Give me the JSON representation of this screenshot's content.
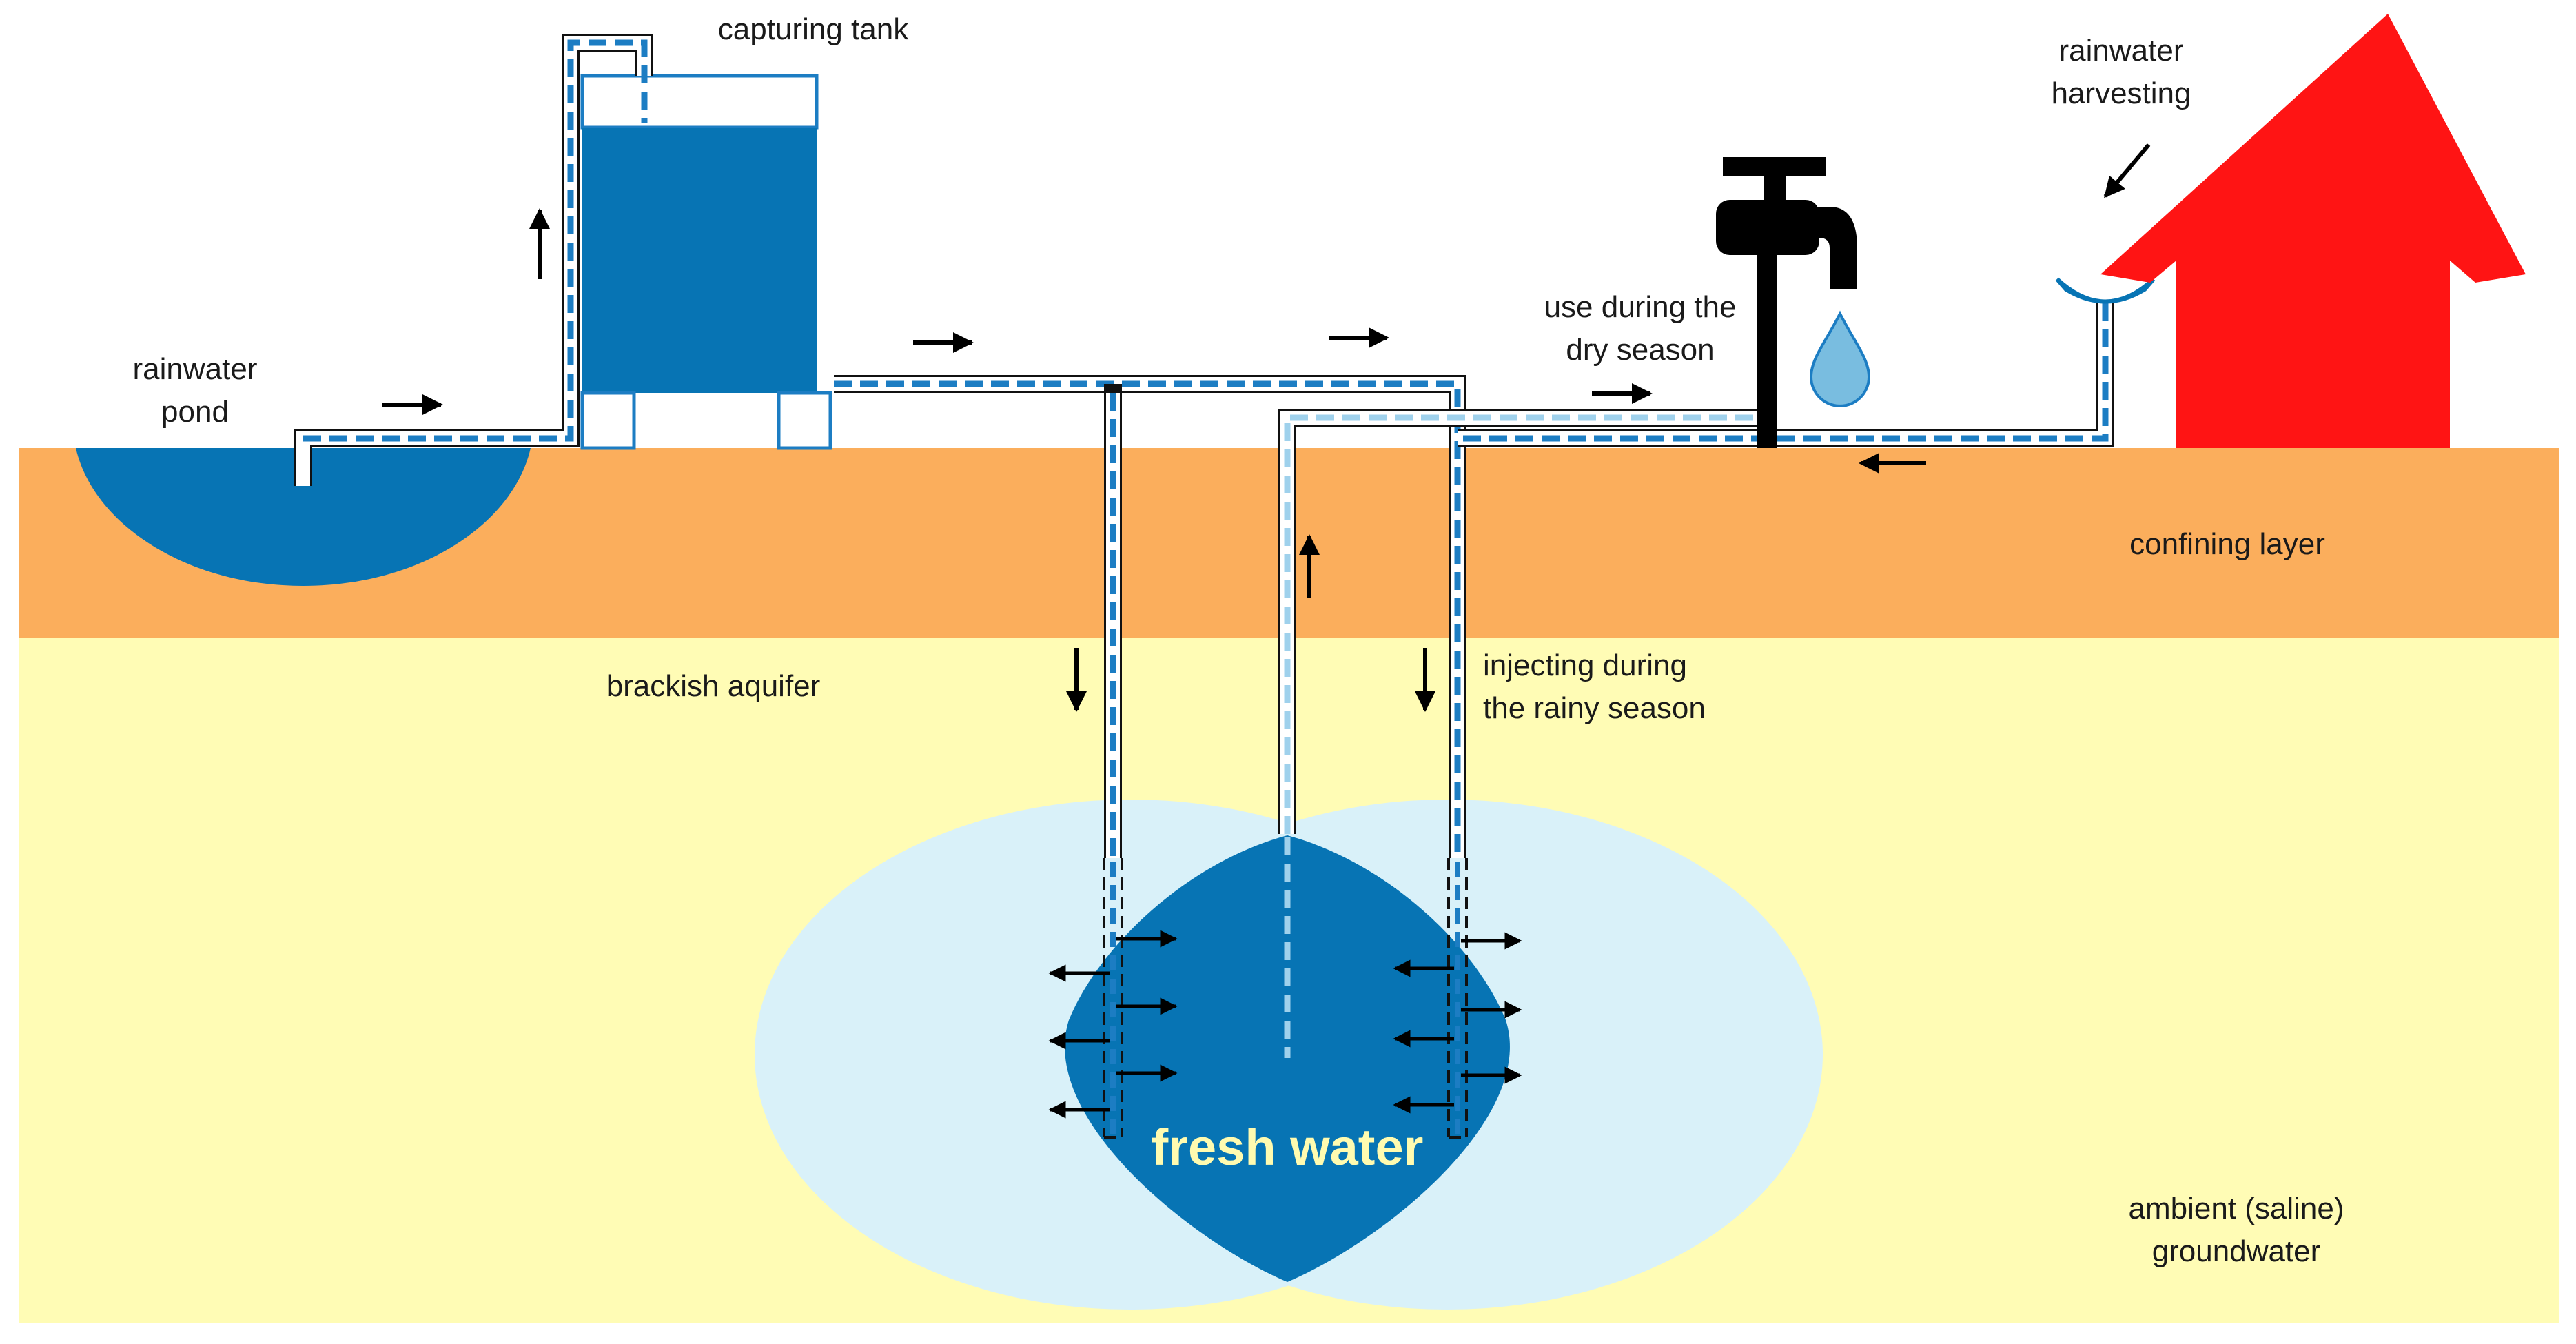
{
  "labels": {
    "capturing_tank": "capturing tank",
    "rainwater_pond_1": "rainwater",
    "rainwater_pond_2": "pond",
    "rainwater_harvesting_1": "rainwater",
    "rainwater_harvesting_2": "harvesting",
    "use_dry_1": "use during the",
    "use_dry_2": "dry season",
    "confining_layer": "confining layer",
    "brackish_aquifer": "brackish aquifer",
    "injecting_1": "injecting during",
    "injecting_2": "the rainy season",
    "fresh_water": "fresh water",
    "ambient_1": "ambient (saline)",
    "ambient_2": "groundwater"
  },
  "colors": {
    "confining_layer": "#fbae5c",
    "aquifer": "#fffcb5",
    "fresh_water": "#0774b4",
    "mixing_zone": "#d9f1f9",
    "pipe_dash": "#1c7dc3",
    "pipe_dash_light": "#9fd1ec",
    "house": "#ff1414",
    "droplet": "#79bde0",
    "tap": "#000000"
  },
  "icons": {
    "tap": "water-tap-icon",
    "droplet": "water-droplet-icon",
    "house": "house-icon",
    "gutter": "rain-gutter-icon"
  }
}
